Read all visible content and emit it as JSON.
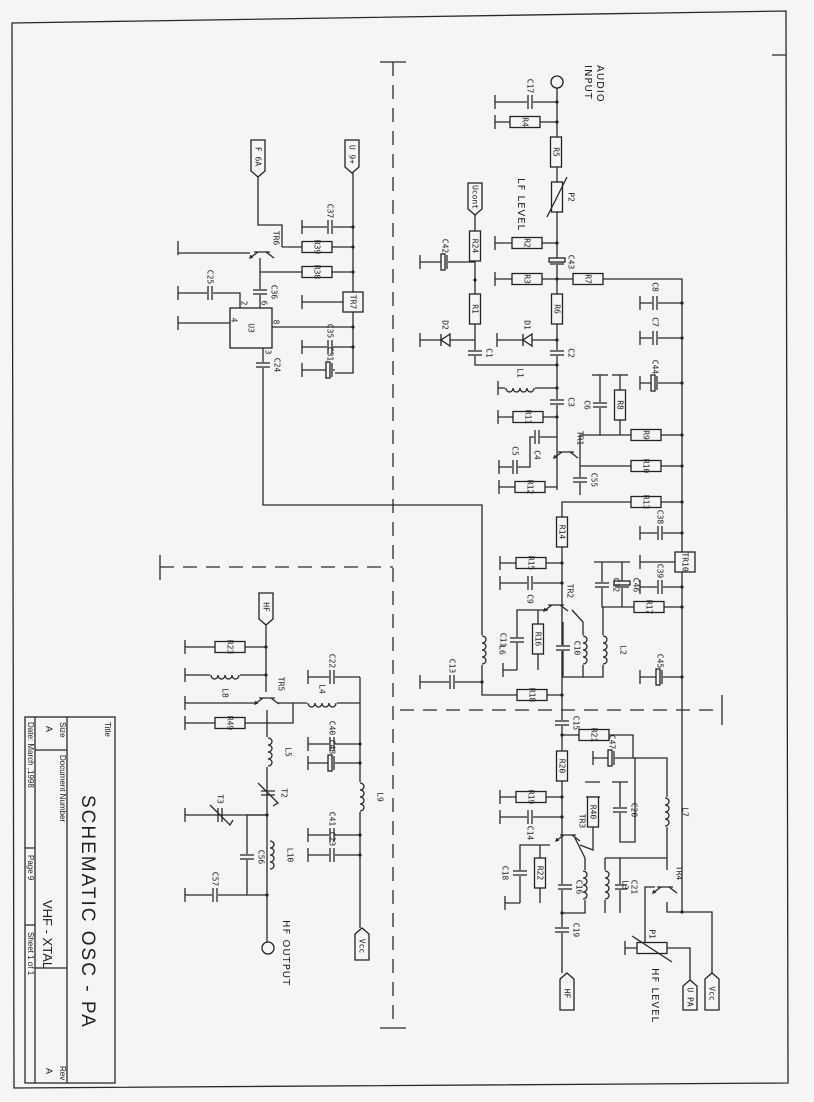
{
  "title_block": {
    "title_label": "Title",
    "title": "SCHEMATIC  OSC - PA",
    "size_label": "Size",
    "size": "A",
    "docnum_label": "Document Number",
    "docnum": "VHF - XTAL",
    "rev_label": "Rev",
    "rev": "A",
    "date": "Date: March ,1998",
    "page": "Page   9",
    "sheet": "Sheet  1 of 1"
  },
  "texts": {
    "audio": "AUDIO",
    "input": "INPUT",
    "lf_level": "LF LEVEL",
    "hf_level": "HF LEVEL",
    "hf_output": "HF OUTPUT"
  },
  "tags": {
    "ucont": "Ucont",
    "f6a": "F 6A",
    "u9": "U 9+",
    "hf_in": "HF",
    "hf_out": "HF",
    "upa": "U PA",
    "vcc_right": "Vcc",
    "vcc_left": "Vcc"
  },
  "u3_pins": {
    "p2": "2",
    "p4": "4",
    "p6": "6",
    "p8": "8",
    "p3": "3"
  },
  "labels": {
    "R4": "R4",
    "R5": "R5",
    "R2": "R2",
    "R3": "R3",
    "R7": "R7",
    "R6": "R6",
    "R11": "R11",
    "R12": "R12",
    "R8": "R8",
    "R9": "R9",
    "R10": "R10",
    "R13": "R13",
    "R24": "R24",
    "R1": "R1",
    "R14": "R14",
    "R15": "R15",
    "R17": "R17",
    "R16": "R16",
    "R18": "R18",
    "R21": "R21",
    "R20": "R20",
    "R19": "R19",
    "R40": "R40",
    "R22": "R22",
    "R39": "R39",
    "R38": "R38",
    "R23": "R23",
    "R49": "R49",
    "P1": "P1",
    "P2": "P2",
    "C17": "C17",
    "C43": "C43",
    "C2": "C2",
    "C1": "C1",
    "C3": "C3",
    "C4": "C4",
    "C5": "C5",
    "C55": "C55",
    "C6": "C6",
    "C8": "C8",
    "C7": "C7",
    "C44": "C44",
    "C42": "C42",
    "C9": "C9",
    "C12": "C12",
    "C46": "C46",
    "C38": "C38",
    "C39": "C39",
    "C45": "C45",
    "C11": "C11",
    "C10": "C10",
    "C13": "C13",
    "C15": "C15",
    "C47": "C47",
    "C14": "C14",
    "C20": "C20",
    "C18": "C18",
    "C16": "C16",
    "C21": "C21",
    "C19": "C19",
    "C37": "C37",
    "C35": "C35",
    "C31": "C31",
    "C36": "C36",
    "C24": "C24",
    "C25": "C25",
    "C22": "C22",
    "C40": "C40",
    "C48": "C48",
    "C41": "C41",
    "C23": "C23",
    "C56": "C56",
    "C57": "C57",
    "L1": "L1",
    "L6": "L6",
    "L2": "L2",
    "L3": "L3",
    "L7": "L7",
    "L8": "L8",
    "L4": "L4",
    "L5": "L5",
    "L9": "L9",
    "L10": "L10",
    "D1": "D1",
    "D2": "D2",
    "T2": "T2",
    "T3": "T3",
    "TR1": "TR1",
    "TR2": "TR2",
    "TR3": "TR3",
    "TR4": "TR4",
    "TR5": "TR5",
    "TR6": "TR6",
    "TR7": "TR7",
    "TR10": "TR10",
    "U3": "U3"
  }
}
